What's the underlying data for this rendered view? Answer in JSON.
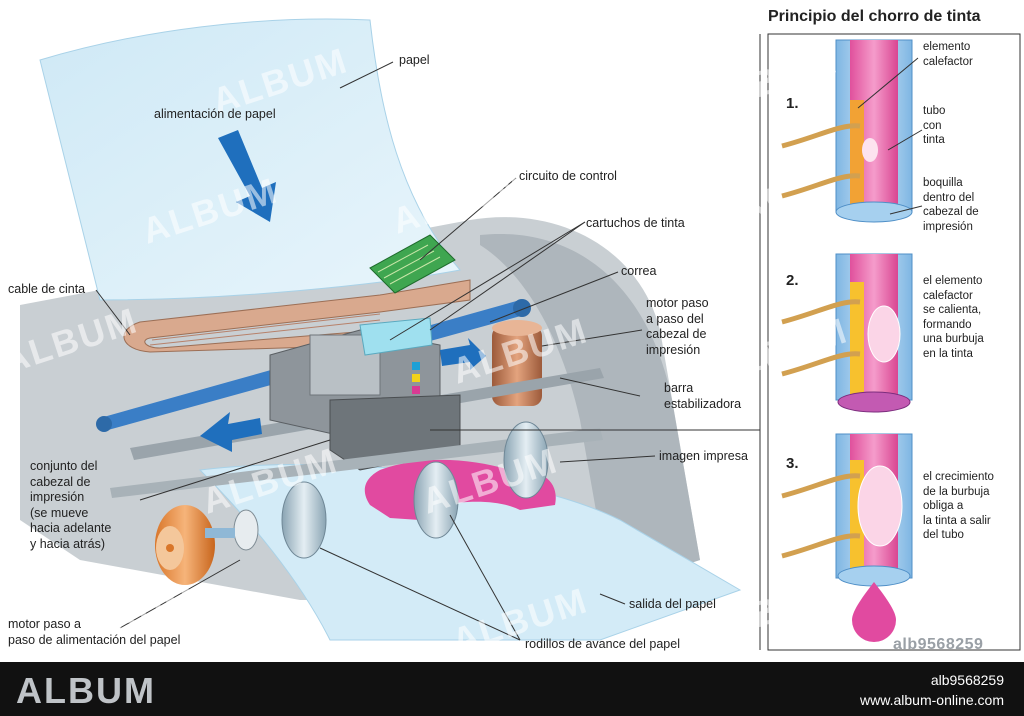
{
  "main_labels": {
    "papel": "papel",
    "alimentacion": "alimentación de papel",
    "circuito": "circuito de control",
    "cartuchos": "cartuchos de tinta",
    "correa": "correa",
    "motor_cabezal": "motor paso\na paso del\ncabezal de\nimpresión",
    "cable": "cable de cinta",
    "barra": "barra\nestabilizadora",
    "conjunto": "conjunto del\ncabezal de\nimpresión\n(se mueve\nhacia adelante\ny hacia atrás)",
    "imagen": "imagen impresa",
    "motor_alim": "motor paso a\npaso de alimentación del papel",
    "salida": "salida del papel",
    "rodillos": "rodillos de avance del papel"
  },
  "inset": {
    "title": "Principio del chorro de tinta",
    "steps": [
      {
        "num": "1.",
        "label_a": "elemento\ncalefactor",
        "label_b": "tubo\ncon\ntinta",
        "label_c": "boquilla\ndentro del\ncabezal de\nimpresión"
      },
      {
        "num": "2.",
        "label_a": "el elemento\ncalefactor\nse calienta,\nformando\nuna burbuja\nen la tinta"
      },
      {
        "num": "3.",
        "label_a": "el crecimiento\nde la burbuja\nobliga a\nla tinta a salir\ndel tubo"
      }
    ]
  },
  "watermark": "ALBUM",
  "image_code": "alb9568259",
  "footer": {
    "brand": "ALBUM",
    "id": "alb9568259",
    "url": "www.album-online.com"
  }
}
